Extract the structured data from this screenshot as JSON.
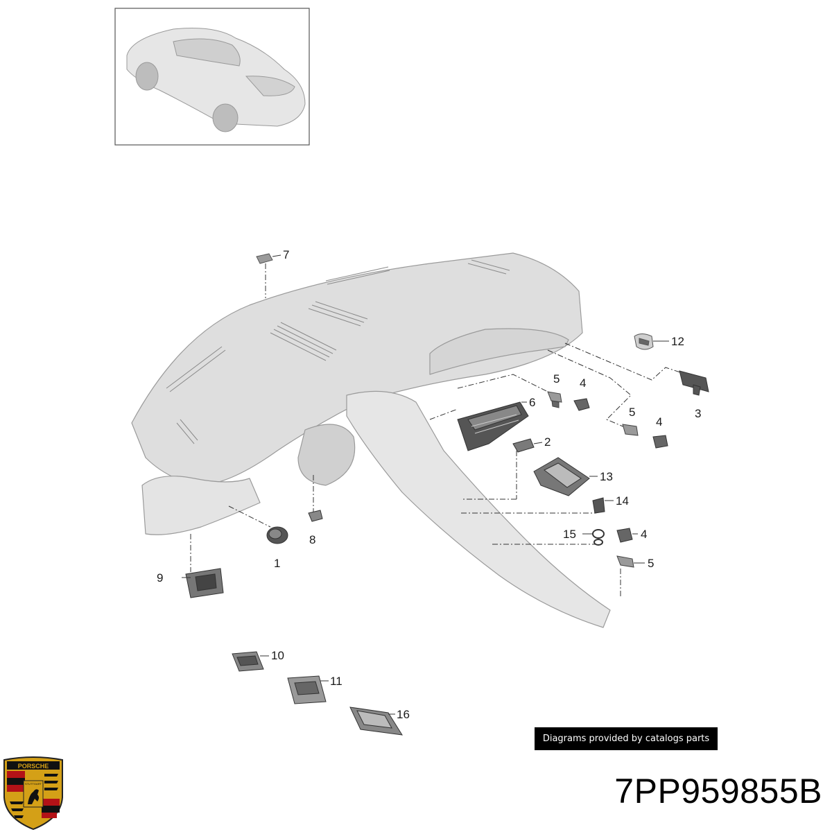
{
  "callouts": [
    {
      "id": "7",
      "label": "7"
    },
    {
      "id": "12",
      "label": "12"
    },
    {
      "id": "5a",
      "label": "5"
    },
    {
      "id": "4a",
      "label": "4"
    },
    {
      "id": "6",
      "label": "6"
    },
    {
      "id": "3",
      "label": "3"
    },
    {
      "id": "5b",
      "label": "5"
    },
    {
      "id": "4b",
      "label": "4"
    },
    {
      "id": "2",
      "label": "2"
    },
    {
      "id": "13",
      "label": "13"
    },
    {
      "id": "14",
      "label": "14"
    },
    {
      "id": "15",
      "label": "15"
    },
    {
      "id": "4c",
      "label": "4"
    },
    {
      "id": "5c",
      "label": "5"
    },
    {
      "id": "1",
      "label": "1"
    },
    {
      "id": "8",
      "label": "8"
    },
    {
      "id": "9",
      "label": "9"
    },
    {
      "id": "10",
      "label": "10"
    },
    {
      "id": "11",
      "label": "11"
    },
    {
      "id": "16",
      "label": "16"
    }
  ],
  "credit": "Diagrams provided by catalogs parts",
  "part_number": "7PP959855B",
  "logo": {
    "wordmark": "PORSCHE",
    "city": "STUTTGART",
    "icon": "porsche-crest-icon"
  },
  "colors": {
    "part_fill": "#dcdcdc",
    "part_stroke": "#8a8a8a",
    "dark_part": "#555555",
    "leader": "#333333"
  }
}
